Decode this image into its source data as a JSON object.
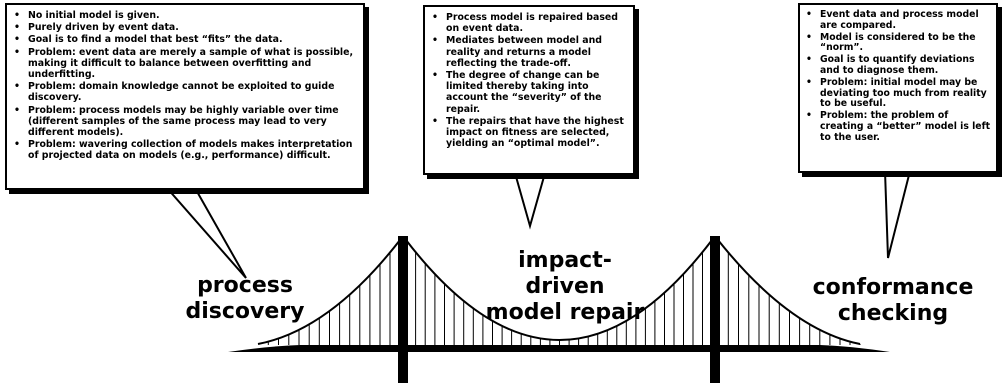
{
  "bubbles": {
    "discovery": [
      "No initial model is given.",
      "Purely driven by event data.",
      "Goal is to find a model that best “fits” the data.",
      "Problem: event data are merely a sample of what is possible, making it difficult to balance between overfitting and underfitting.",
      "Problem: domain knowledge cannot be exploited to guide discovery.",
      "Problem: process models may be highly variable over time (different samples of the same process may lead to very different models).",
      "Problem: wavering collection of models makes interpretation of projected data on models (e.g., performance) difficult."
    ],
    "repair": [
      "Process model is repaired based on event data.",
      "Mediates between model and reality and returns a model reflecting the trade-off.",
      "The degree of change can be limited thereby taking into account the “severity” of the repair.",
      "The repairs that have the highest impact on fitness are selected, yielding an “optimal model”."
    ],
    "conformance": [
      "Event data and process model are compared.",
      "Model is considered to be the “norm”.",
      "Goal is to quantify deviations and to diagnose them.",
      "Problem: initial model may be deviating too much from reality to be useful.",
      "Problem: the problem of creating a “better” model is left to the user."
    ]
  },
  "labels": {
    "discovery": "process\ndiscovery",
    "repair": "impact-driven\nmodel repair",
    "conformance": "conformance\nchecking"
  }
}
